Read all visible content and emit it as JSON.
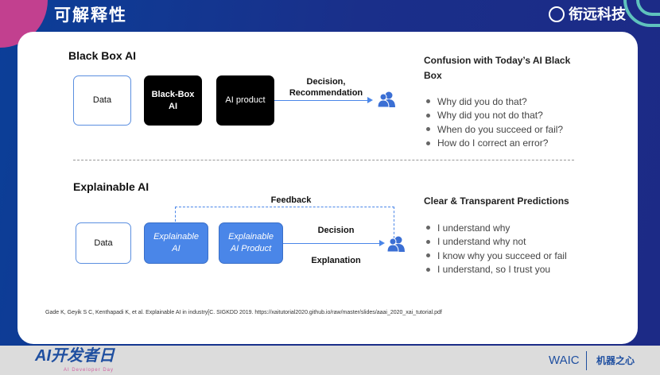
{
  "header": {
    "title": "可解释性",
    "logo_text": "衔远科技"
  },
  "black_box": {
    "heading": "Black Box AI",
    "boxes": [
      "Data",
      "Black-Box AI",
      "AI product"
    ],
    "arrow_label": "Decision, Recommendation",
    "right_heading": "Confusion with Today’s AI Black Box",
    "questions": [
      "Why did you do that?",
      "Why did you not do that?",
      "When do you succeed or fail?",
      "How do I correct an error?"
    ]
  },
  "explainable": {
    "heading": "Explainable AI",
    "boxes": [
      "Data",
      "Explainable AI",
      "Explainable AI Product"
    ],
    "feedback_label": "Feedback",
    "decision_label": "Decision",
    "explanation_label": "Explanation",
    "right_heading": "Clear & Transparent Predictions",
    "statements": [
      "I understand why",
      "I understand why not",
      "I know why you succeed or fail",
      "I understand, so I trust you"
    ]
  },
  "citation": "Gade K, Geyik S C, Kenthapadi K, et al. Explainable AI in industry[C. SIGKDD 2019. https://xaitutorial2020.github.io/raw/master/slides/aaai_2020_xai_tutorial.pdf",
  "footer": {
    "event_logo": "AI开发者日",
    "event_sub": "AI Developer Day",
    "waic": "WAIC",
    "partner": "机器之心"
  },
  "colors": {
    "accent": "#4a86e8",
    "background": "#1a2f8a"
  }
}
